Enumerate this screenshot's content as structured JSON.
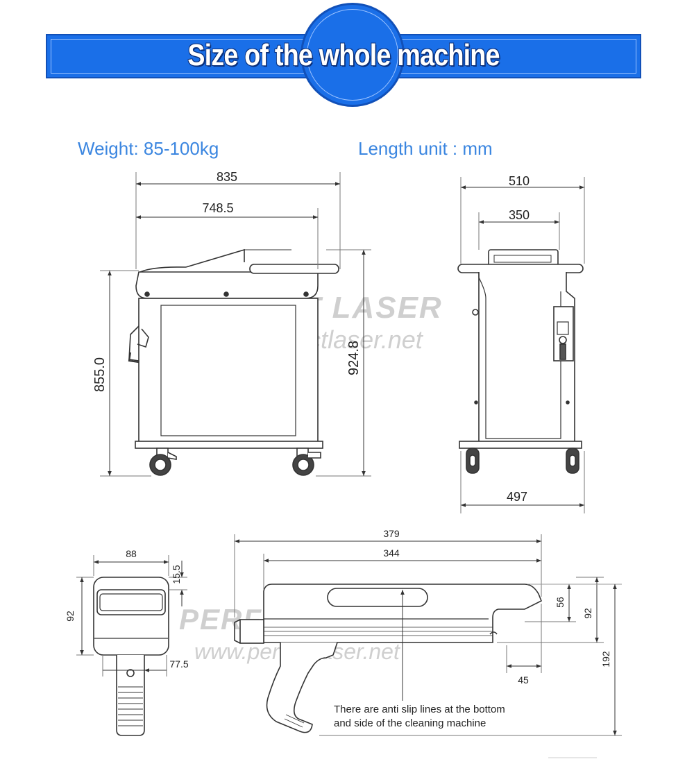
{
  "header": {
    "title": "Size of the whole machine"
  },
  "info": {
    "weight": "Weight: 85-100kg",
    "length_unit": "Length unit  : mm"
  },
  "watermark": {
    "brand": "PERFECT LASER",
    "url": "www.perfectlaser.net"
  },
  "front_view": {
    "width_total": "835",
    "width_body": "748.5",
    "height_body": "855.0",
    "height_total": "924.8"
  },
  "side_view": {
    "width_top": "510",
    "width_panel": "350",
    "width_bottom": "497"
  },
  "gun_front": {
    "width": "88",
    "height": "92",
    "top_offset": "15.5",
    "handle_offset": "77.5"
  },
  "gun_side": {
    "length_total": "379",
    "length_body": "344",
    "height_head": "56",
    "height_body": "92",
    "height_total": "192",
    "nozzle_offset": "45"
  },
  "note": {
    "line1": "There are anti slip lines at the bottom",
    "line2": "and side of the cleaning machine"
  },
  "colors": {
    "banner_blue": "#1a6fe8",
    "info_blue": "#3b86e0",
    "line": "#333333"
  }
}
